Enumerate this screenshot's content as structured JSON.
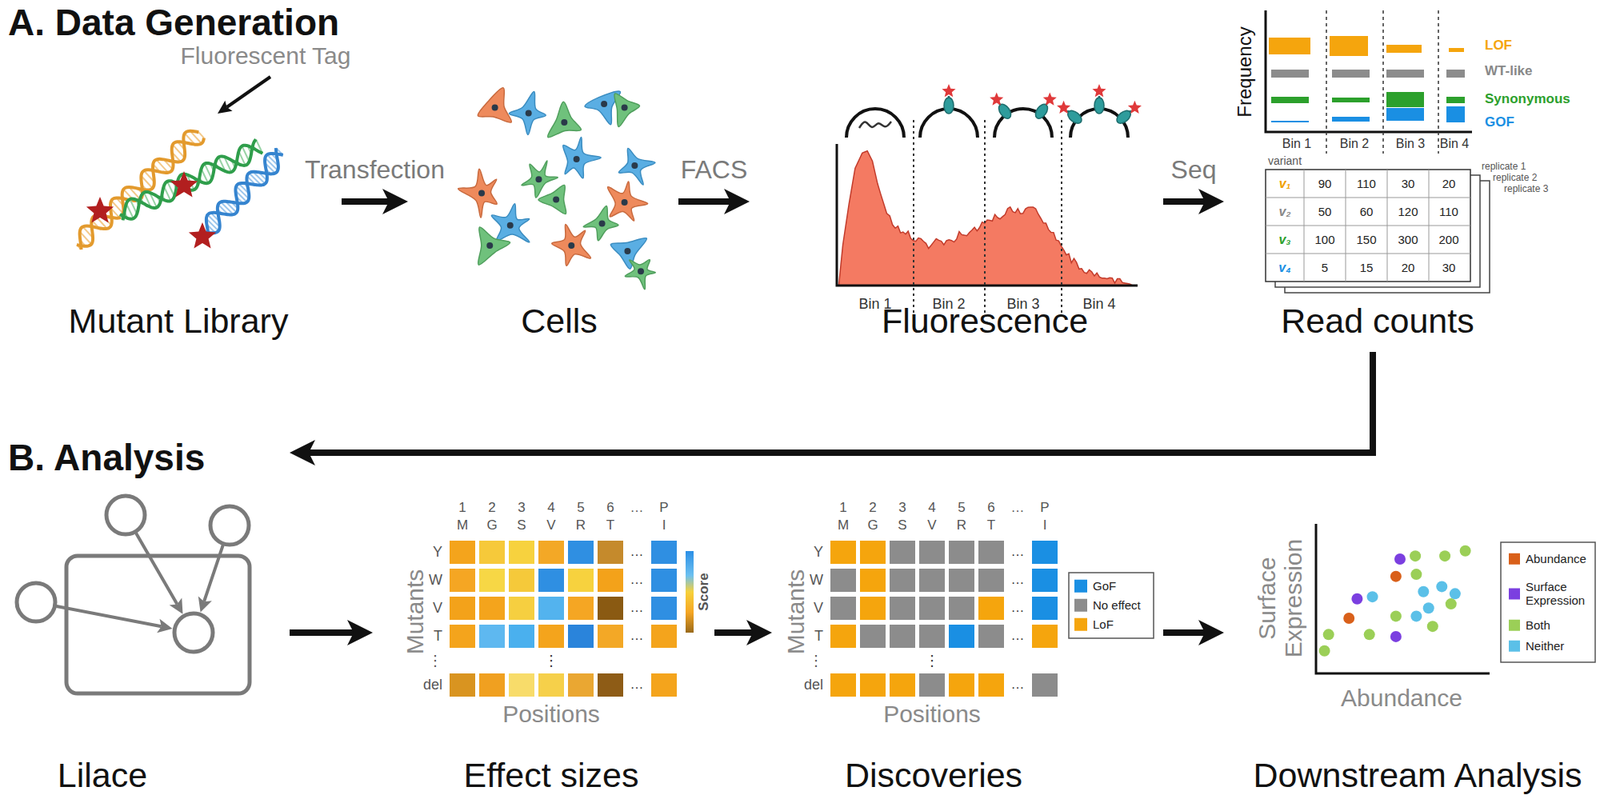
{
  "diagram": {
    "nodes": [
      {
        "text": [
          "Mutant Library"
        ]
      },
      {
        "text": [
          "Cells"
        ]
      },
      {
        "text": [
          "Fluorescence"
        ]
      },
      {
        "text": [
          "Read counts"
        ]
      },
      {
        "text": [
          "Lilace"
        ]
      },
      {
        "text": [
          "Effect sizes"
        ]
      },
      {
        "text": [
          "Discoveries"
        ]
      },
      {
        "text": [
          "Downstream Analysis"
        ]
      }
    ],
    "edges": [
      {
        "from": 0,
        "to": 1,
        "arrow": "to",
        "label": "Transfection"
      },
      {
        "from": 1,
        "to": 2,
        "arrow": "to",
        "label": "FACS"
      },
      {
        "from": 2,
        "to": 3,
        "arrow": "to",
        "label": "Seq"
      },
      {
        "from": 3,
        "to": 4,
        "arrow": "to"
      },
      {
        "from": 4,
        "to": 5,
        "arrow": "to"
      },
      {
        "from": 5,
        "to": 6,
        "arrow": "to"
      },
      {
        "from": 6,
        "to": 7,
        "arrow": "to"
      }
    ],
    "labels": [
      "A. Data Generation",
      "Fluorescent Tag",
      "Bin 1",
      "Bin 2",
      "Bin 3",
      "Bin 4",
      "Frequency",
      "LOF",
      "WT-like",
      "Synonymous",
      "GOF",
      "Bin 1",
      "Bin 2",
      "Bin 3",
      "Bin 4",
      "variant",
      "replicate 1",
      "replicate 2",
      "replicate 3",
      "v₁",
      "90",
      "110",
      "30",
      "20",
      "v₂",
      "50",
      "60",
      "120",
      "110",
      "v₃",
      "100",
      "150",
      "300",
      "200",
      "v₄",
      "5",
      "15",
      "20",
      "30",
      "B. Analysis",
      "1",
      "2",
      "3",
      "4",
      "5",
      "6",
      "…",
      "P",
      "M",
      "G",
      "S",
      "V",
      "R",
      "T",
      "I",
      "Y",
      "W",
      "V",
      "T",
      "⋮",
      "del",
      "…",
      "…",
      "…",
      "…",
      "…",
      "⋮",
      "Mutants",
      "Positions",
      "Score",
      "1",
      "2",
      "3",
      "4",
      "5",
      "6",
      "…",
      "P",
      "M",
      "G",
      "S",
      "V",
      "R",
      "T",
      "I",
      "Y",
      "W",
      "V",
      "T",
      "⋮",
      "del",
      "…",
      "…",
      "…",
      "…",
      "…",
      "⋮",
      "Mutants",
      "Positions",
      "Surface Expression",
      "Abundance"
    ],
    "legend": [
      {
        "text": "GoF",
        "color": "#1a8fe3"
      },
      {
        "text": "No effect",
        "color": "#8c8c8c"
      },
      {
        "text": "LoF",
        "color": "#f5a50d"
      },
      {
        "text": "Abundance",
        "color": "#d9601a"
      },
      {
        "text": "Surface Expression",
        "color": "#7b3fe0"
      },
      {
        "text": "Both",
        "color": "#9bcf57"
      },
      {
        "text": "Neither",
        "color": "#5bc0e8"
      }
    ]
  }
}
